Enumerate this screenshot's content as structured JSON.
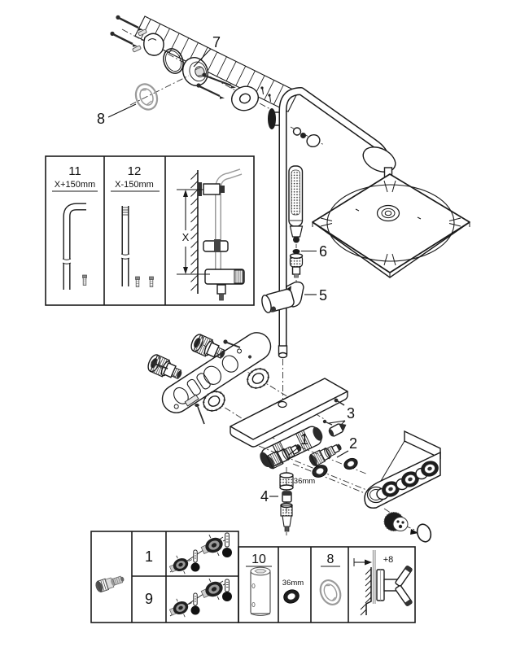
{
  "colors": {
    "line": "#1a1a1a",
    "muted_gray": "#9a9a9a"
  },
  "top_assembly": {
    "callout_7": "7",
    "callout_8": "8"
  },
  "length_box": {
    "panel_11": {
      "number": "11",
      "dimension": "X+150mm"
    },
    "panel_12": {
      "number": "12",
      "dimension": "X-150mm"
    },
    "wall_panel": {
      "dimension_label": "X"
    }
  },
  "main_assembly": {
    "callout_6": "6",
    "callout_5": "5",
    "callout_3": "3",
    "callout_1": "1",
    "callout_2": "2",
    "callout_4": "4",
    "wrench_size": "36mm"
  },
  "parts_box": {
    "row_1": "1",
    "row_9": "9",
    "panel_10": "10",
    "wrench_size": "36mm",
    "panel_8": "8",
    "offset_label": "+8"
  }
}
